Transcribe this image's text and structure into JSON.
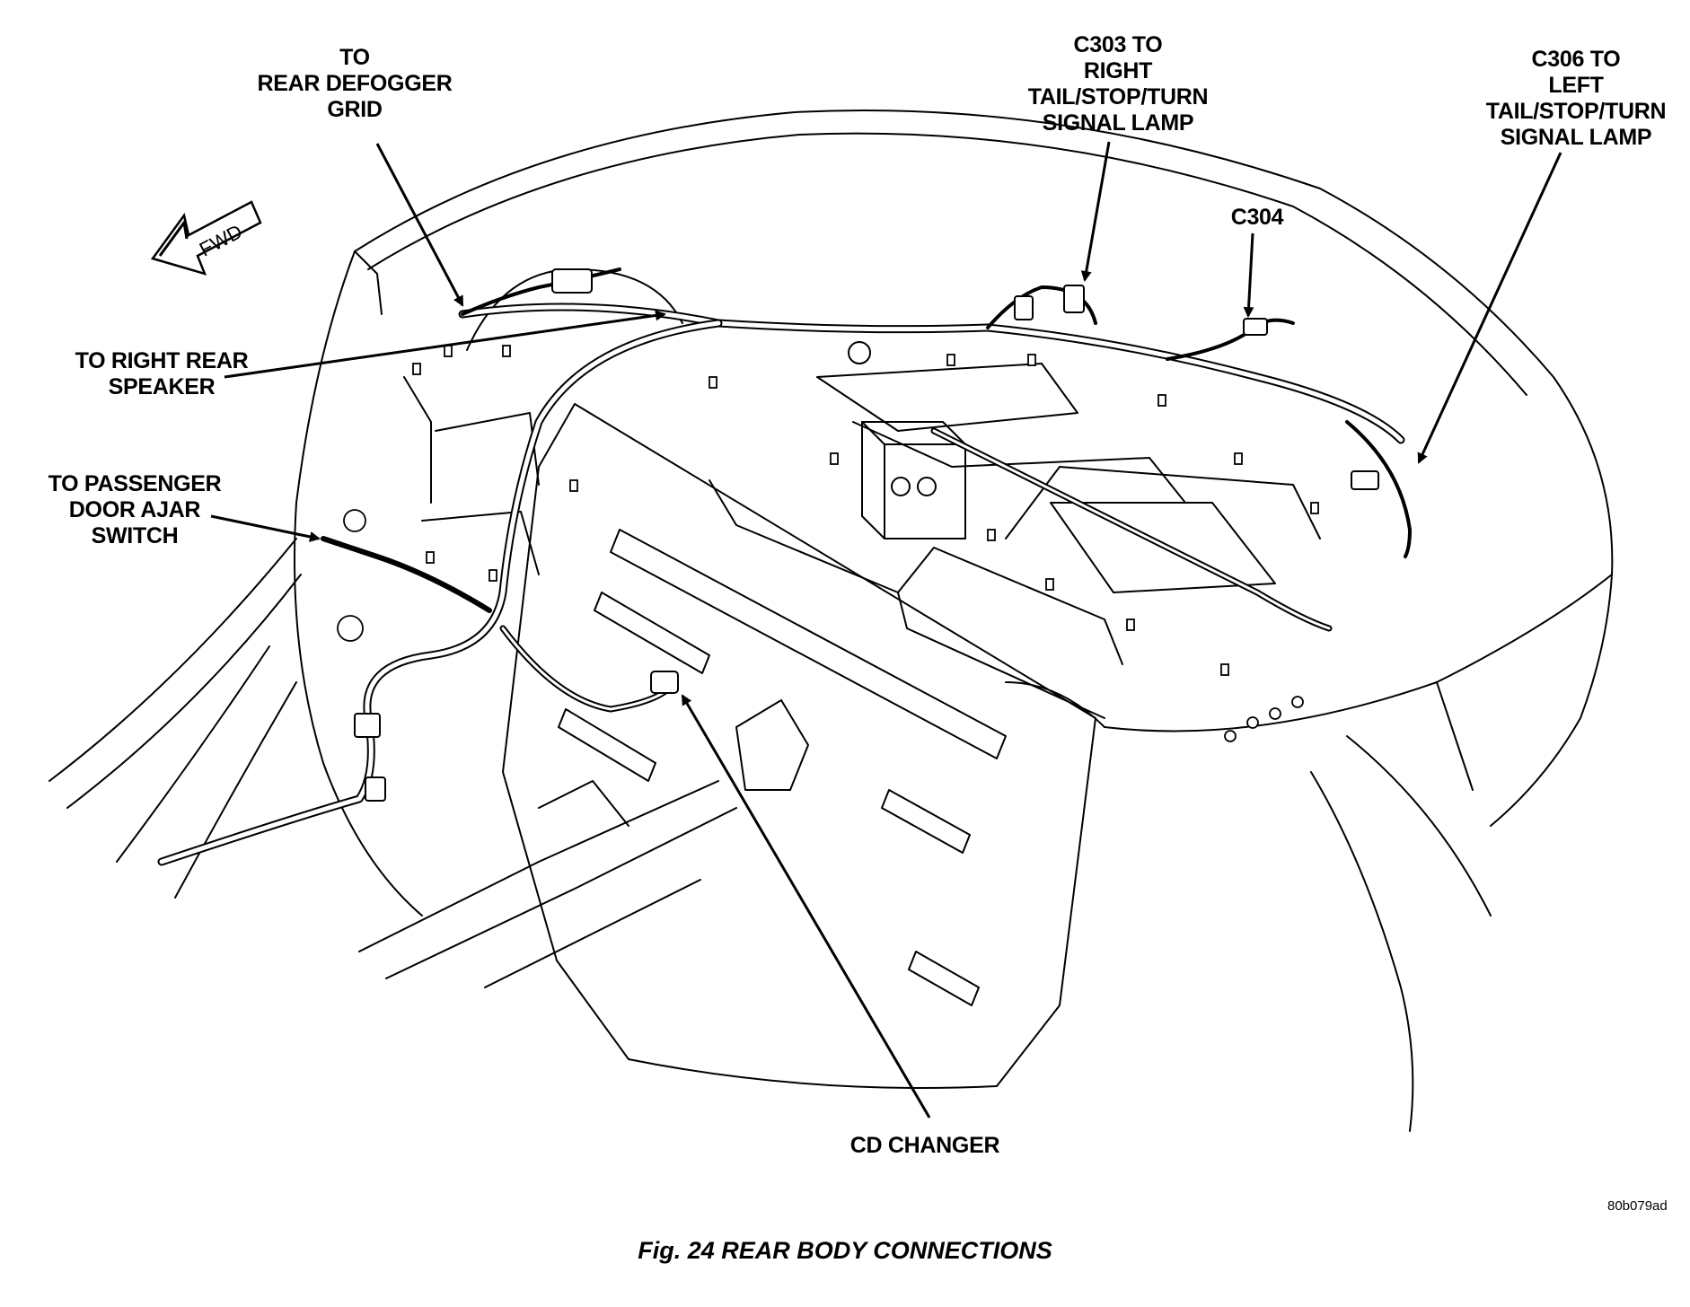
{
  "labels": {
    "defogger": "TO\nREAR DEFOGGER\nGRID",
    "c303": "C303 TO\nRIGHT\nTAIL/STOP/TURN\nSIGNAL LAMP",
    "c306": "C306 TO\nLEFT\nTAIL/STOP/TURN\nSIGNAL LAMP",
    "c304": "C304",
    "right_speaker": "TO RIGHT REAR\nSPEAKER",
    "door_ajar": "TO PASSENGER\nDOOR AJAR\nSWITCH",
    "cd_changer": "CD CHANGER"
  },
  "fwd": "FWD",
  "figure_id": "80b079ad",
  "caption": "Fig. 24 REAR BODY CONNECTIONS"
}
